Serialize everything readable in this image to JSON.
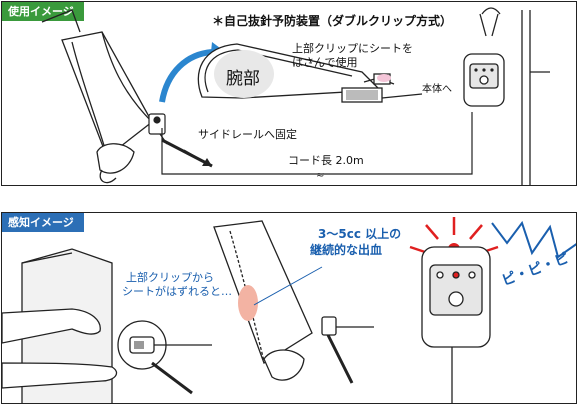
{
  "usage": {
    "tag": "使用イメージ",
    "title": "＊自己抜針予防装置（ダブルクリップ方式）",
    "clip_note_line1": "上部クリップにシートを",
    "clip_note_line2": "はさんで使用",
    "arm_label": "腕部",
    "to_unit": "本体へ",
    "rail_label": "サイドレールへ固定",
    "cord_label": "コード長 2.0m"
  },
  "detect": {
    "tag": "感知イメージ",
    "clip_off_line1": "上部クリップから",
    "clip_off_line2": "シートがはずれると…",
    "bleed_line1": "3～5cc 以上の",
    "bleed_line2": "継続的な出血",
    "alarm_sound": "ピ・ピ・ピ"
  },
  "colors": {
    "usage_tag": "#3a9a3c",
    "detect_tag": "#2c6fb6",
    "callout_blue": "#1a5fae",
    "alarm_red": "#e02020",
    "bleed_pink": "#f3b3a3",
    "sound_blue": "#1a5fae"
  }
}
